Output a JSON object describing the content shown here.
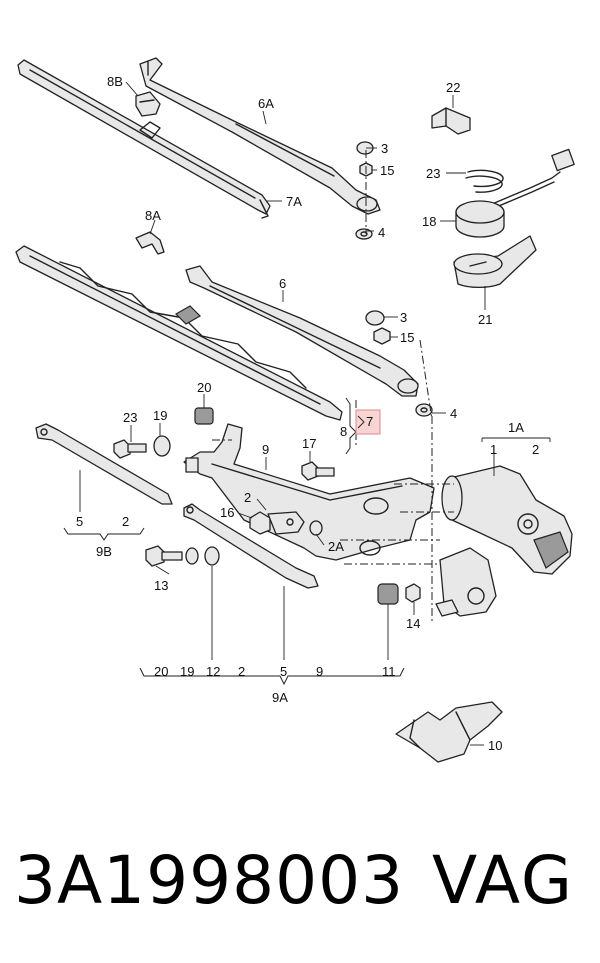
{
  "diagram": {
    "labels": {
      "p8B": "8B",
      "p6A": "6A",
      "p3a": "3",
      "p15a": "15",
      "p7A": "7A",
      "p4a": "4",
      "p22": "22",
      "p23": "23",
      "p18": "18",
      "p21": "21",
      "p8A": "8A",
      "p6": "6",
      "p3b": "3",
      "p15b": "15",
      "p4b": "4",
      "p8": "8",
      "p7": "7",
      "p20a": "20",
      "p23b": "23",
      "p19a": "19",
      "p9a": "9",
      "p17": "17",
      "p1A": "1A",
      "p1": "1",
      "p2a": "2",
      "p16": "16",
      "p2b": "2",
      "p2A": "2A",
      "p13": "13",
      "p14": "14",
      "p10": "10",
      "p9B": "9B",
      "p5a": "5",
      "p2c": "2",
      "g20": "20",
      "g19": "19",
      "g12": "12",
      "g2": "2",
      "g5": "5",
      "g9": "9",
      "g11": "11",
      "p9A": "9A"
    }
  },
  "footer": {
    "part_number": "3A1998003",
    "brand": "VAG"
  }
}
